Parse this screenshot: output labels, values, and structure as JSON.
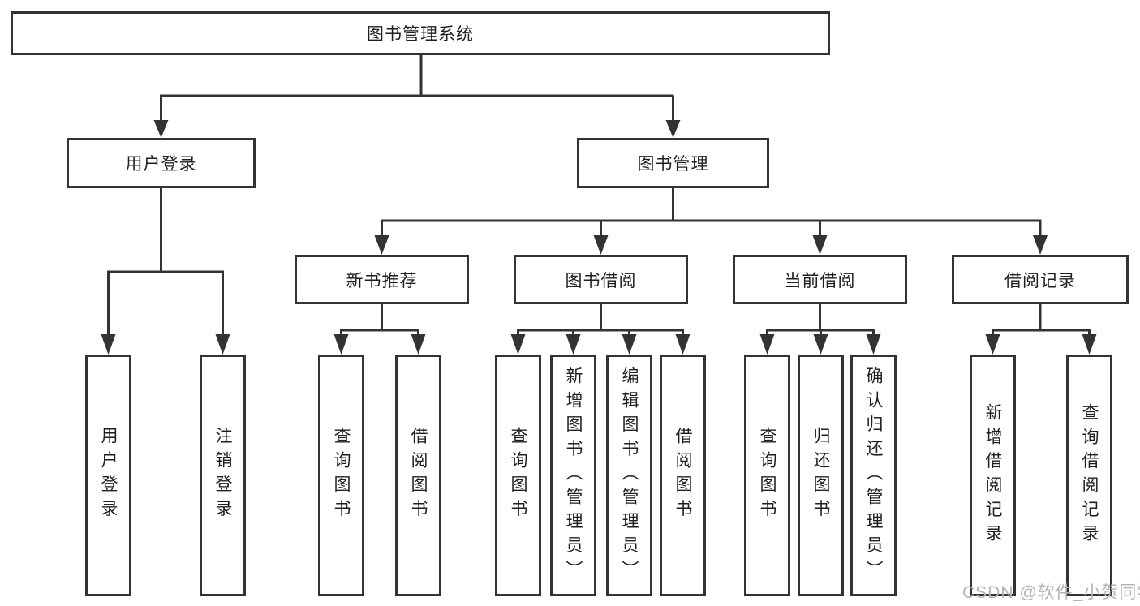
{
  "diagram": {
    "root": "图书管理系统",
    "level2": {
      "user_login": "用户登录",
      "book_management": "图书管理"
    },
    "level3": {
      "new_book_recommend": "新书推荐",
      "book_borrow": "图书借阅",
      "current_borrow": "当前借阅",
      "borrow_record": "借阅记录"
    },
    "leaves": {
      "user_login": [
        "用户登录",
        "注销登录"
      ],
      "new_book_recommend": [
        "查询图书",
        "借阅图书"
      ],
      "book_borrow": [
        "查询图书",
        "新增图书（管理员）",
        "编辑图书（管理员）",
        "借阅图书"
      ],
      "current_borrow": [
        "查询图书",
        "归还图书",
        "确认归还（管理员）"
      ],
      "borrow_record": [
        "新增借阅记录",
        "查询借阅记录"
      ]
    }
  },
  "watermark": "CSDN @软件_小贺同学",
  "colors": {
    "line": "#333333",
    "box_border": "#333333",
    "text": "#1f1f1f",
    "watermark": "#b4b4b4",
    "background": "#ffffff"
  }
}
